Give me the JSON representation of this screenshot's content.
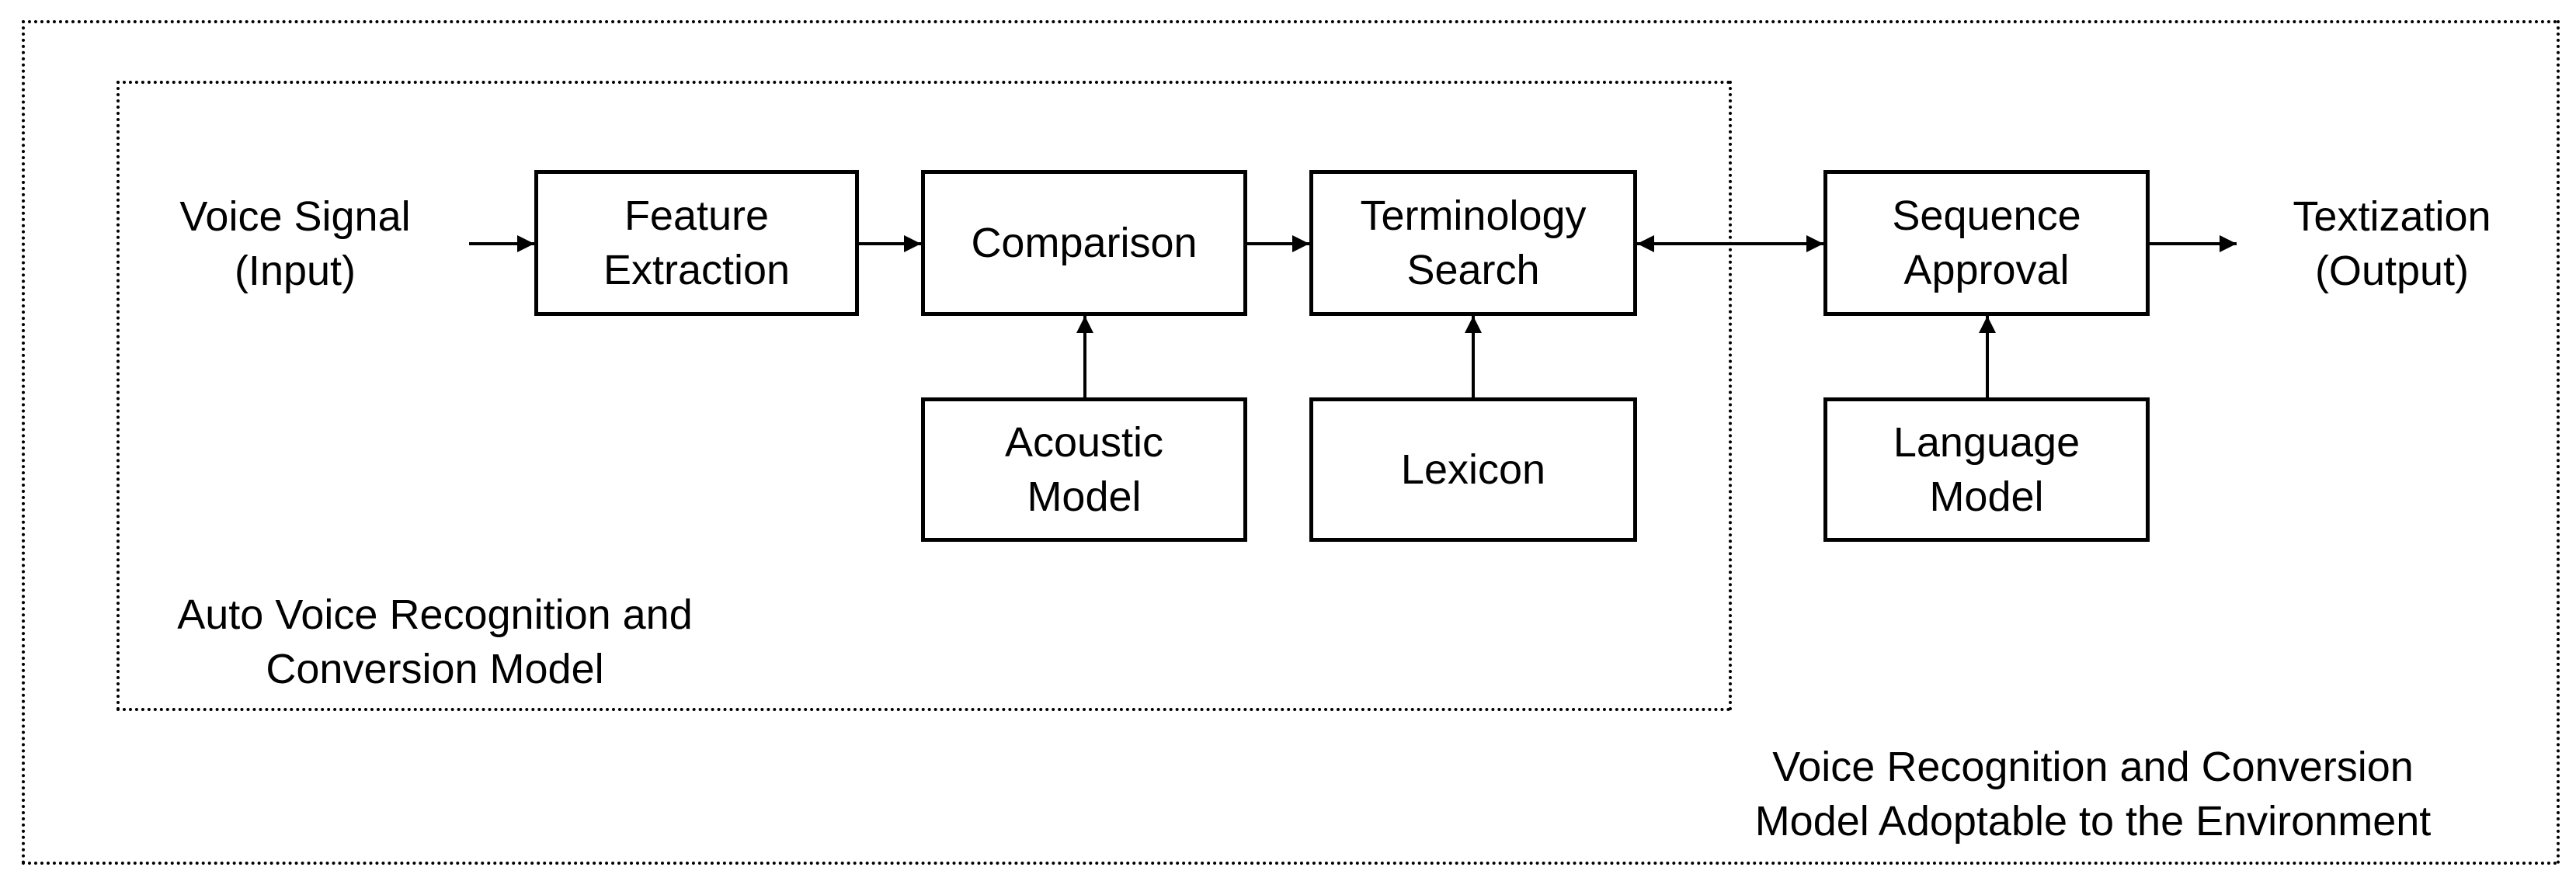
{
  "environment_label": [
    "Voice Recognition and Conversion",
    "Model Adoptable to the Environment"
  ],
  "auto_model_label": [
    "Auto Voice Recognition and",
    "Conversion Model"
  ],
  "input_label": [
    "Voice Signal",
    "(Input)"
  ],
  "output_label": [
    "Textization",
    "(Output)"
  ],
  "blocks": {
    "feature_extraction": [
      "Feature",
      "Extraction"
    ],
    "comparison": [
      "Comparison"
    ],
    "terminology_search": [
      "Terminology",
      "Search"
    ],
    "sequence_approval": [
      "Sequence",
      "Approval"
    ],
    "acoustic_model": [
      "Acoustic",
      "Model"
    ],
    "lexicon": [
      "Lexicon"
    ],
    "language_model": [
      "Language",
      "Model"
    ]
  }
}
